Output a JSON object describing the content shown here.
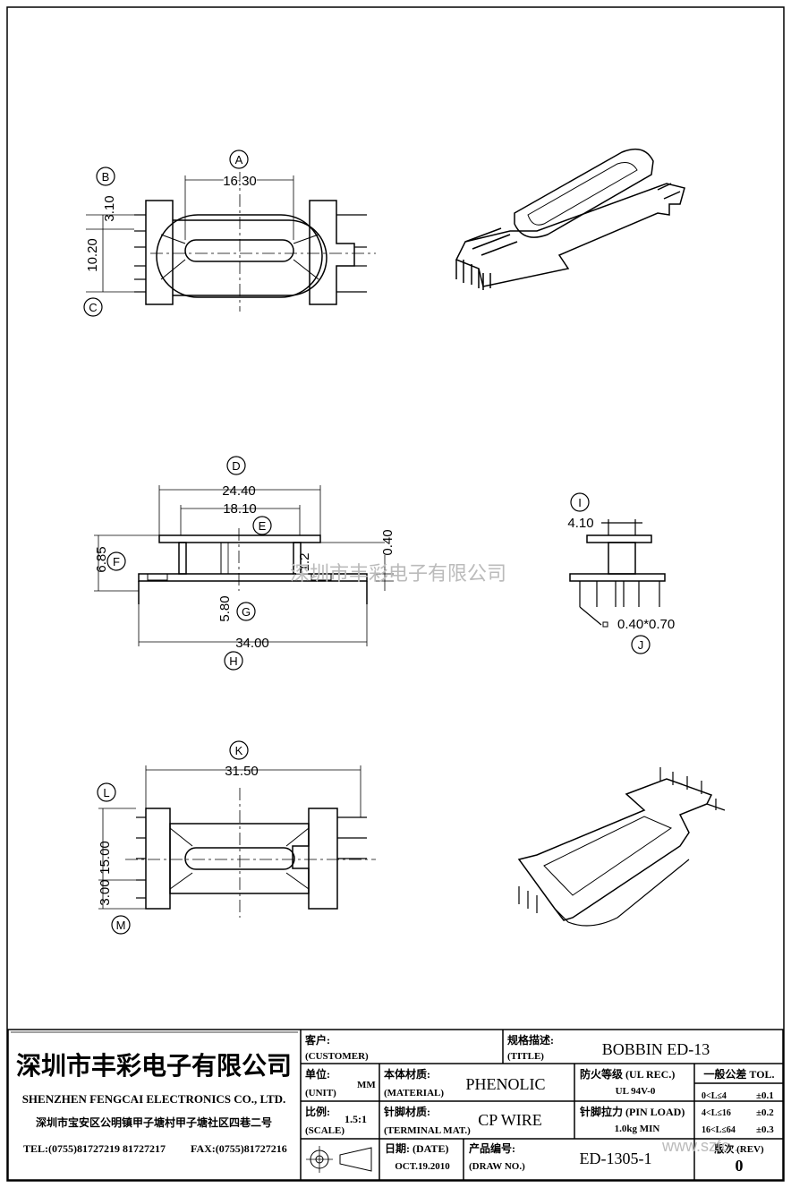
{
  "drawing": {
    "circle_labels": [
      "A",
      "B",
      "C",
      "D",
      "E",
      "F",
      "G",
      "H",
      "I",
      "J",
      "K",
      "L",
      "M"
    ],
    "dims": {
      "top_a": "16.30",
      "top_b": "3.10",
      "top_c": "10.20",
      "front_d": "24.40",
      "front_inner": "18.10",
      "front_f": "6.85",
      "front_e": "0.40",
      "front_g": "5.80",
      "front_small": "1.2",
      "front_h": "34.00",
      "side_i": "4.10",
      "side_j": "0.40*0.70",
      "bottom_k": "31.50",
      "bottom_l": "15.00",
      "bottom_m": "3.00"
    },
    "watermark": "深圳市丰彩电子有限公司"
  },
  "title_block": {
    "company_cn": "深圳市丰彩电子有限公司",
    "company_en": "SHENZHEN FENGCAI ELECTRONICS CO., LTD.",
    "address": "深圳市宝安区公明镇甲子塘村甲子塘社区四巷二号",
    "tel": "TEL:(0755)81727219  81727217",
    "fax": "FAX:(0755)81727216",
    "customer_cn": "客户:",
    "customer_en": "(CUSTOMER)",
    "title_cn": "规格描述:",
    "title_en": "(TITLE)",
    "title_value": "BOBBIN ED-13",
    "unit_cn": "单位:",
    "unit_en": "(UNIT)",
    "unit_value": "MM",
    "material_cn": "本体材质:",
    "material_en": "(MATERIAL)",
    "material_value": "PHENOLIC",
    "ul_label": "防火等级 (UL REC.)",
    "ul_value": "UL 94V-0",
    "tol_label": "一般公差 TOL.",
    "tol_rows": [
      {
        "range": "0<L≤4",
        "value": "±0.1"
      },
      {
        "range": "4<L≤16",
        "value": "±0.2"
      },
      {
        "range": "16<L≤64",
        "value": "±0.3"
      }
    ],
    "scale_cn": "比例:",
    "scale_en": "(SCALE)",
    "scale_value": "1.5:1",
    "terminal_cn": "针脚材质:",
    "terminal_en": "(TERMINAL MAT.)",
    "terminal_value": "CP WIRE",
    "pin_load_label": "针脚拉力 (PIN LOAD)",
    "pin_load_value": "1.0kg MIN",
    "date_label": "日期: (DATE)",
    "date_value": "OCT.19.2010",
    "drawno_cn": "产品编号:",
    "drawno_en": "(DRAW NO.)",
    "drawno_value": "ED-1305-1",
    "rev_label": "版次 (REV)",
    "rev_value": "0",
    "website": "www.szfc..."
  }
}
